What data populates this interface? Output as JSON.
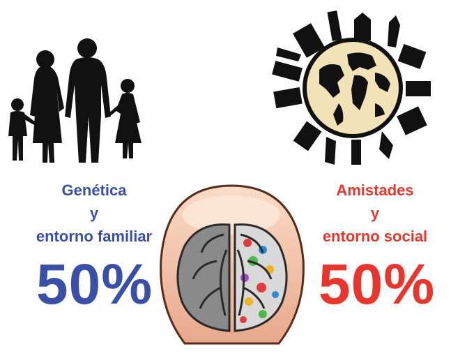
{
  "left_panel": {
    "caption": [
      "Genética",
      "y",
      "entorno familiar"
    ],
    "percent": "50%",
    "color": "#3a4fa8",
    "illustration": "family-silhouette"
  },
  "right_panel": {
    "caption": [
      "Amistades",
      "y",
      "entorno social"
    ],
    "percent": "50%",
    "color": "#e8362d",
    "illustration": "globe-with-city-and-people"
  },
  "center": {
    "illustration": "head-with-brain"
  }
}
